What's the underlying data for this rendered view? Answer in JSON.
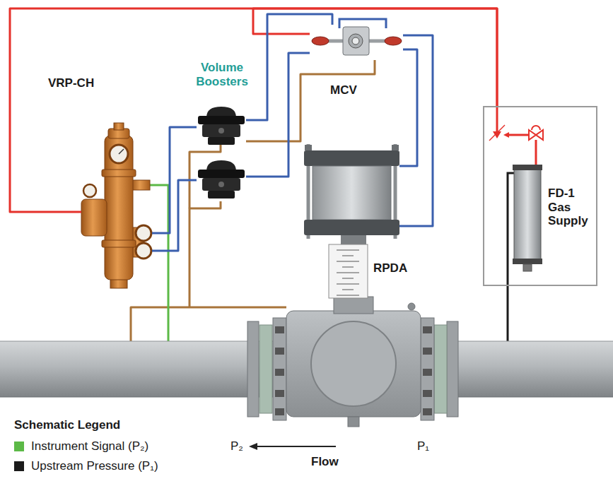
{
  "diagram": {
    "nodes": [
      {
        "text": [
          "VRP-CH"
        ]
      },
      {
        "text": [
          "Volume Boosters"
        ]
      },
      {
        "text": [
          "MCV"
        ]
      },
      {
        "text": [
          "RPDA"
        ]
      },
      {
        "text": [
          "FD-1 Gas Supply"
        ]
      }
    ],
    "edges": [
      {
        "from": 4,
        "to": 0,
        "arrow": "none"
      },
      {
        "from": 4,
        "to": 2,
        "arrow": "none"
      },
      {
        "from": 0,
        "to": 1,
        "arrow": "none"
      },
      {
        "from": 0,
        "to": 1,
        "arrow": "none"
      },
      {
        "from": 1,
        "to": 2,
        "arrow": "none"
      },
      {
        "from": 1,
        "to": 2,
        "arrow": "none"
      },
      {
        "from": 2,
        "to": 3,
        "arrow": "none"
      },
      {
        "from": 2,
        "to": 3,
        "arrow": "none"
      }
    ],
    "labels": [
      "P₂",
      "Flow",
      "P₁",
      "Schematic Legend"
    ],
    "legend": [
      {
        "text": "Instrument Signal (P₂)",
        "color": "#5cb947"
      },
      {
        "text": "Upstream Pressure (P₁)",
        "color": "#1b1b1b"
      }
    ]
  }
}
